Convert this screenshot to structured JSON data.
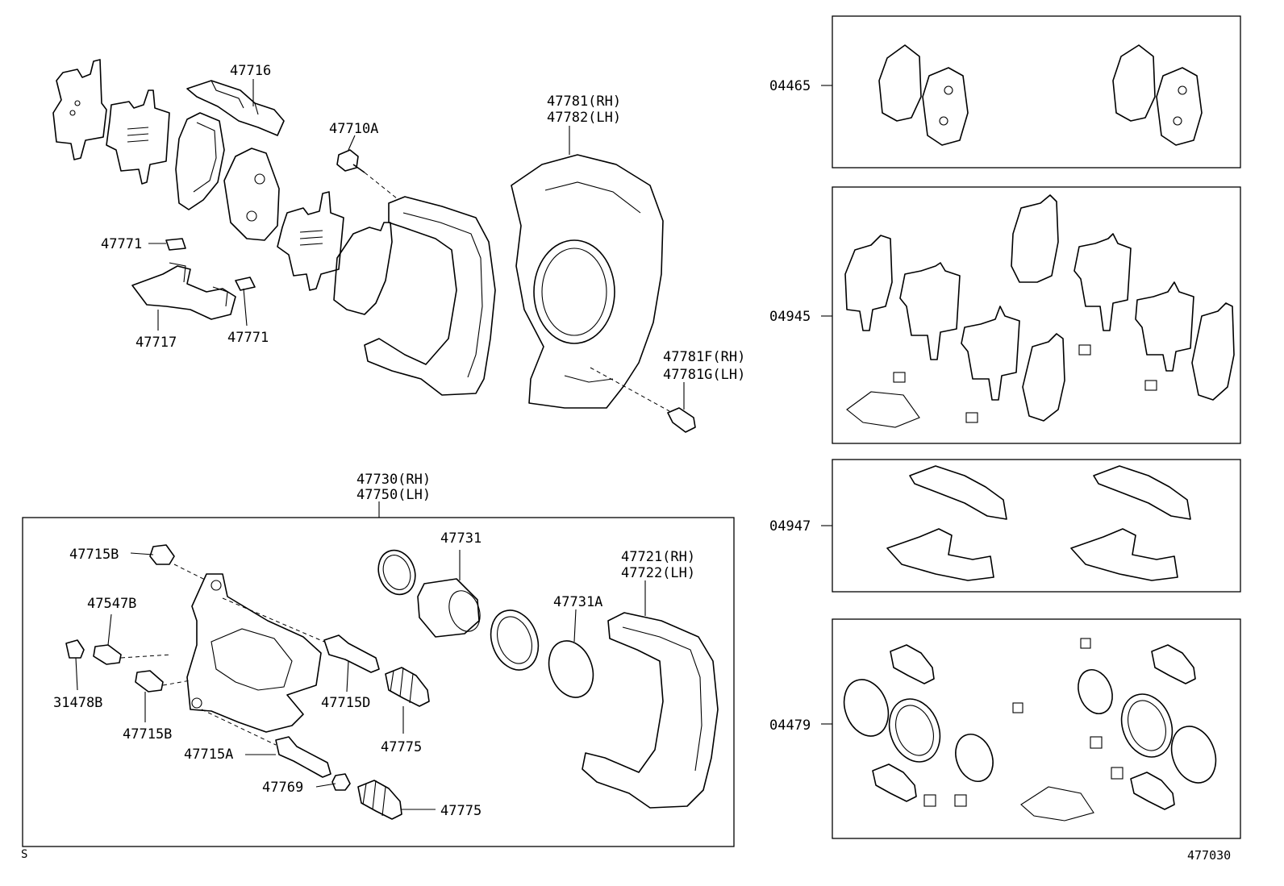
{
  "diagram_id": "477030",
  "corner_mark": "S",
  "labels": {
    "p47716": "47716",
    "p47710A": "47710A",
    "p47781_rh": "47781(RH)",
    "p47782_lh": "47782(LH)",
    "p47771_a": "47771",
    "p47771_b": "47771",
    "p47717": "47717",
    "p47781F_rh": "47781F(RH)",
    "p47781G_lh": "47781G(LH)",
    "p47730_rh": "47730(RH)",
    "p47750_lh": "47750(LH)",
    "p47715B_a": "47715B",
    "p47547B": "47547B",
    "p31478B": "31478B",
    "p47715B_b": "47715B",
    "p47715A": "47715A",
    "p47769": "47769",
    "p47715D": "47715D",
    "p47775_a": "47775",
    "p47775_b": "47775",
    "p47731": "47731",
    "p47731A": "47731A",
    "p47721_rh": "47721(RH)",
    "p47722_lh": "47722(LH)",
    "k04465": "04465",
    "k04945": "04945",
    "k04947": "04947",
    "k04479": "04479"
  }
}
